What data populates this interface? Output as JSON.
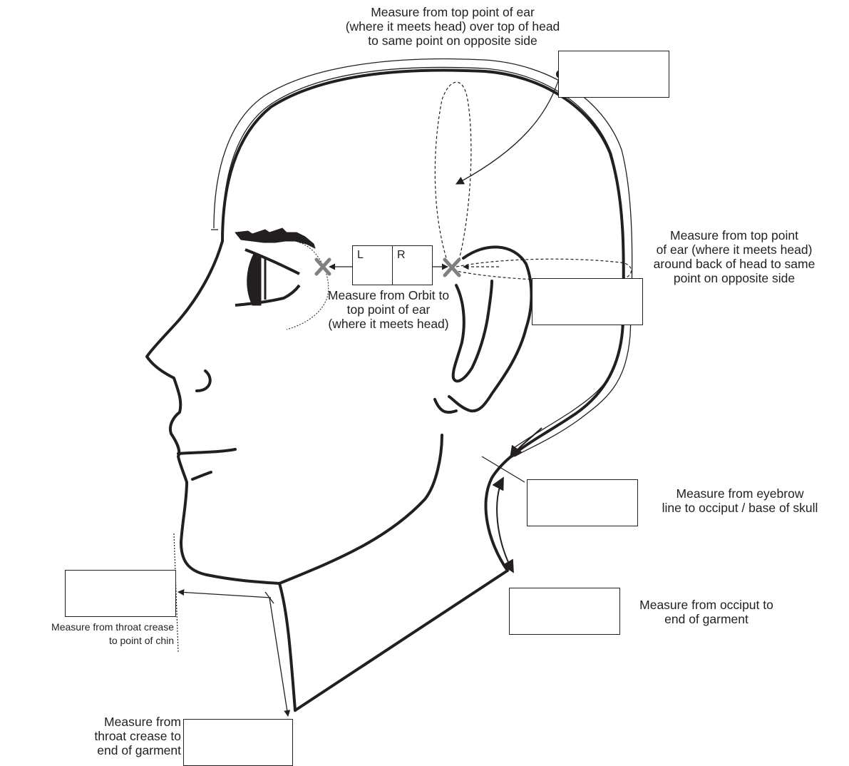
{
  "labels": {
    "over_head": "Measure from top point of ear\n(where it meets head) over top of head\nto same point on opposite side",
    "around_back": "Measure from top point\nof ear (where it meets head)\naround back of head to same\npoint on opposite side",
    "orbit_to_ear": "Measure from Orbit to\ntop point of ear\n(where it meets head)",
    "eyebrow_to_occiput": "Measure from eyebrow\nline to occiput / base of skull",
    "occiput_to_garment": "Measure from occiput to\nend of garment",
    "throat_to_chin": "Measure from throat crease\nto point of chin",
    "throat_to_garment": "Measure from\nthroat crease to\nend of garment"
  },
  "side_box": {
    "left": "L",
    "right": "R"
  },
  "colors": {
    "ink": "#231f20",
    "marker": "#808080",
    "paper": "#ffffff"
  },
  "icons": {
    "ear_marker": "x-mark-icon",
    "orbit_marker": "x-mark-icon",
    "pointer_dot": "dot-icon"
  }
}
